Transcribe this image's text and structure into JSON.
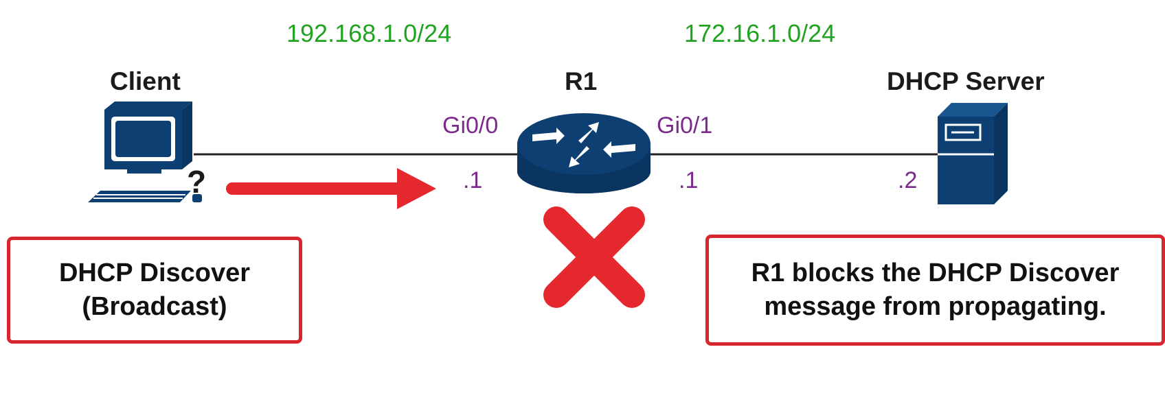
{
  "subnets": {
    "left": "192.168.1.0/24",
    "right": "172.16.1.0/24"
  },
  "devices": {
    "client": {
      "label": "Client",
      "icon": "computer-icon"
    },
    "router": {
      "label": "R1",
      "icon": "router-icon"
    },
    "server": {
      "label": "DHCP Server",
      "icon": "server-icon"
    }
  },
  "interfaces": {
    "left": {
      "name": "Gi0/0",
      "ip": ".1"
    },
    "right": {
      "name": "Gi0/1",
      "ip": ".1"
    },
    "server_ip": ".2"
  },
  "client_glyph": "?",
  "boxes": {
    "left": {
      "line1": "DHCP Discover",
      "line2": "(Broadcast)"
    },
    "right": {
      "line1": "R1 blocks the DHCP Discover",
      "line2": "message from propagating."
    }
  },
  "colors": {
    "device_blue": "#0d3f73",
    "arrow_red": "#e5282d",
    "subnet_green": "#21a321",
    "interface_purple": "#7b2a8c"
  }
}
